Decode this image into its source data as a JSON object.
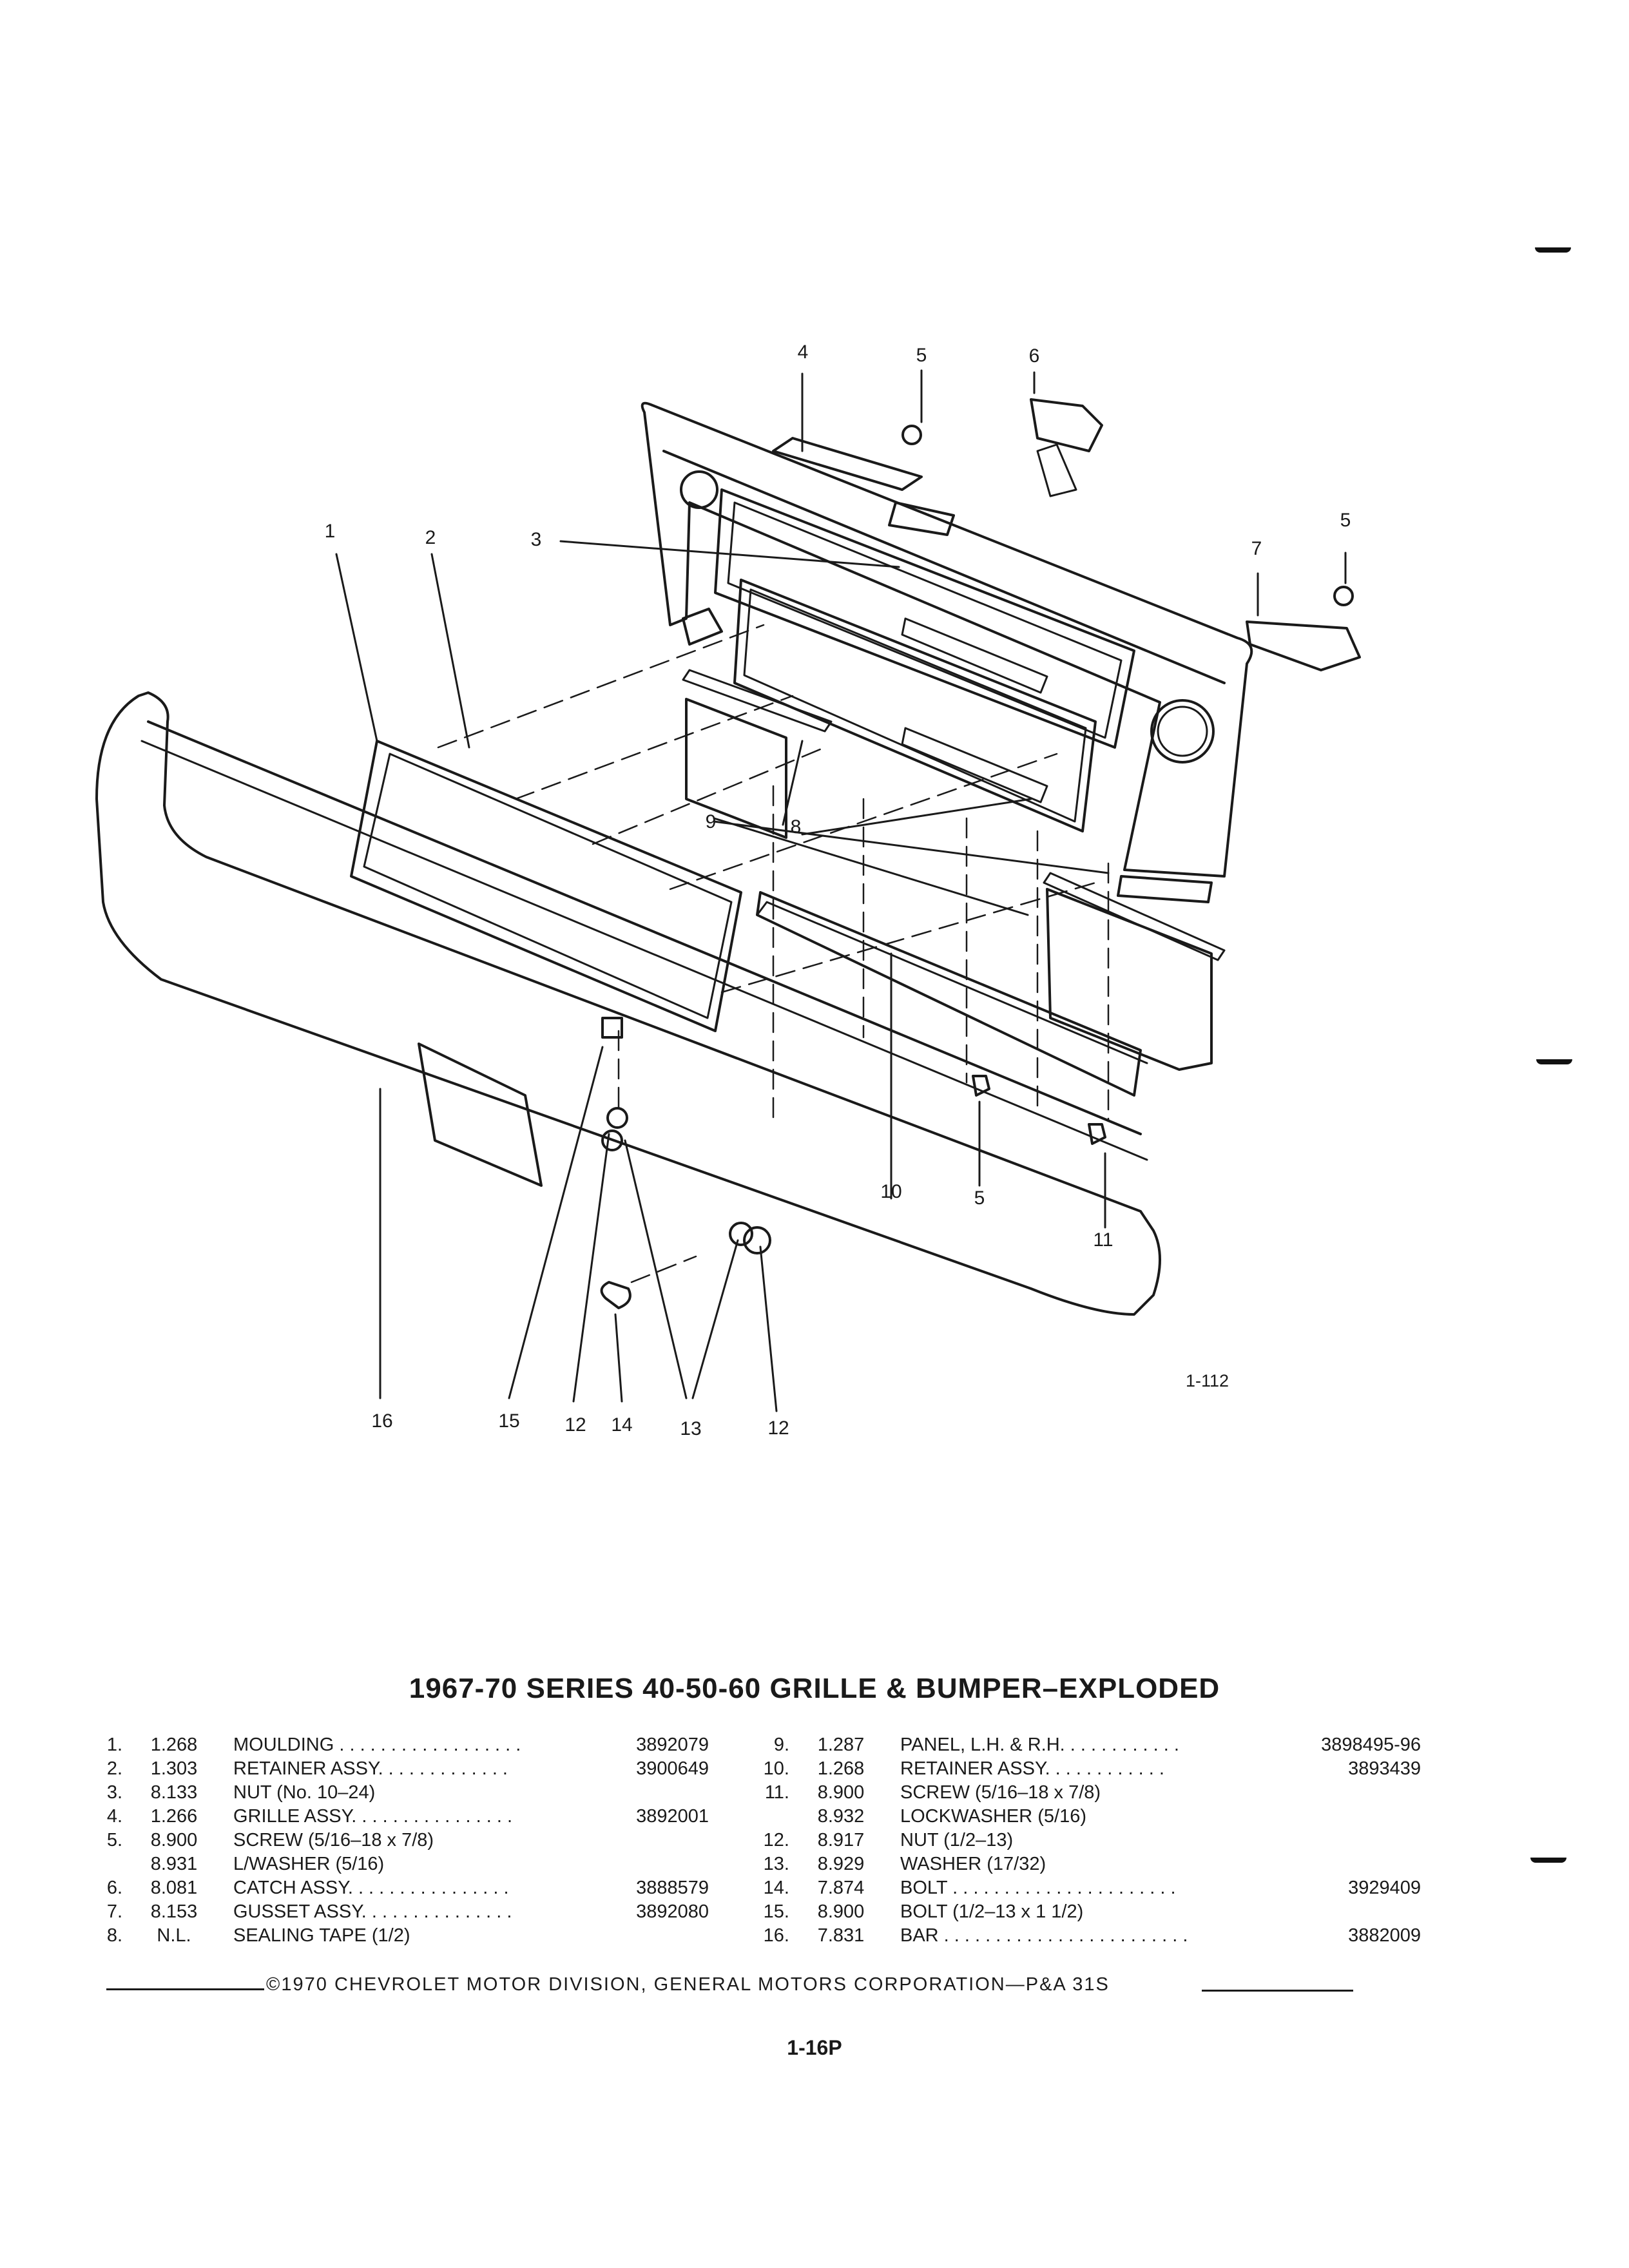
{
  "figure": {
    "code": "1-112",
    "callouts": [
      {
        "id": "1",
        "label": "1"
      },
      {
        "id": "2",
        "label": "2"
      },
      {
        "id": "3",
        "label": "3"
      },
      {
        "id": "4",
        "label": "4"
      },
      {
        "id": "5a",
        "label": "5"
      },
      {
        "id": "6",
        "label": "6"
      },
      {
        "id": "5b",
        "label": "5"
      },
      {
        "id": "7",
        "label": "7"
      },
      {
        "id": "9",
        "label": "9"
      },
      {
        "id": "8",
        "label": "8"
      },
      {
        "id": "10",
        "label": "10"
      },
      {
        "id": "5c",
        "label": "5"
      },
      {
        "id": "11",
        "label": "11"
      },
      {
        "id": "16",
        "label": "16"
      },
      {
        "id": "15",
        "label": "15"
      },
      {
        "id": "12a",
        "label": "12"
      },
      {
        "id": "14",
        "label": "14"
      },
      {
        "id": "13",
        "label": "13"
      },
      {
        "id": "12b",
        "label": "12"
      }
    ]
  },
  "title": "1967-70 SERIES 40-50-60 GRILLE & BUMPER–EXPLODED",
  "parts_left": [
    {
      "num": "1.",
      "code": "1.268",
      "desc": "MOULDING . . . . . . . . . . . . . . . . . .",
      "part": "3892079"
    },
    {
      "num": "2.",
      "code": "1.303",
      "desc": "RETAINER ASSY. . . . . . . . . . . . .",
      "part": "3900649"
    },
    {
      "num": "3.",
      "code": "8.133",
      "desc": "NUT (No. 10–24)",
      "part": ""
    },
    {
      "num": "4.",
      "code": "1.266",
      "desc": "GRILLE ASSY. . . . . . . . . . . . . . . .",
      "part": "3892001"
    },
    {
      "num": "5.",
      "code": "8.900",
      "desc": "SCREW (5/16–18 x 7/8)",
      "part": ""
    },
    {
      "num": "",
      "code": "8.931",
      "desc": "L/WASHER (5/16)",
      "part": ""
    },
    {
      "num": "6.",
      "code": "8.081",
      "desc": "CATCH ASSY. . . . . . . . . . . . . . . .",
      "part": "3888579"
    },
    {
      "num": "7.",
      "code": "8.153",
      "desc": "GUSSET ASSY. . . . . . . . . . . . . . .",
      "part": "3892080"
    },
    {
      "num": "8.",
      "code": "N.L.",
      "desc": "SEALING TAPE (1/2)",
      "part": ""
    }
  ],
  "parts_right": [
    {
      "num": "9.",
      "code": "1.287",
      "desc": "PANEL, L.H. & R.H. . . . . . . . . . . .",
      "part": "3898495-96"
    },
    {
      "num": "10.",
      "code": "1.268",
      "desc": "RETAINER ASSY. . . . . . . . . . . .",
      "part": "3893439"
    },
    {
      "num": "11.",
      "code": "8.900",
      "desc": "SCREW (5/16–18 x 7/8)",
      "part": ""
    },
    {
      "num": "",
      "code": "8.932",
      "desc": "LOCKWASHER (5/16)",
      "part": ""
    },
    {
      "num": "12.",
      "code": "8.917",
      "desc": "NUT (1/2–13)",
      "part": ""
    },
    {
      "num": "13.",
      "code": "8.929",
      "desc": "WASHER (17/32)",
      "part": ""
    },
    {
      "num": "14.",
      "code": "7.874",
      "desc": "BOLT . . . . . . . . . . . . . . . . . . . . . .",
      "part": "3929409"
    },
    {
      "num": "15.",
      "code": "8.900",
      "desc": "BOLT (1/2–13 x 1 1/2)",
      "part": ""
    },
    {
      "num": "16.",
      "code": "7.831",
      "desc": "BAR . . . . . . . . . . . . . . . . . . . . . . . .",
      "part": "3882009"
    }
  ],
  "footer": "©1970 CHEVROLET MOTOR DIVISION, GENERAL MOTORS CORPORATION—P&A 31S",
  "page_number": "1-16P"
}
